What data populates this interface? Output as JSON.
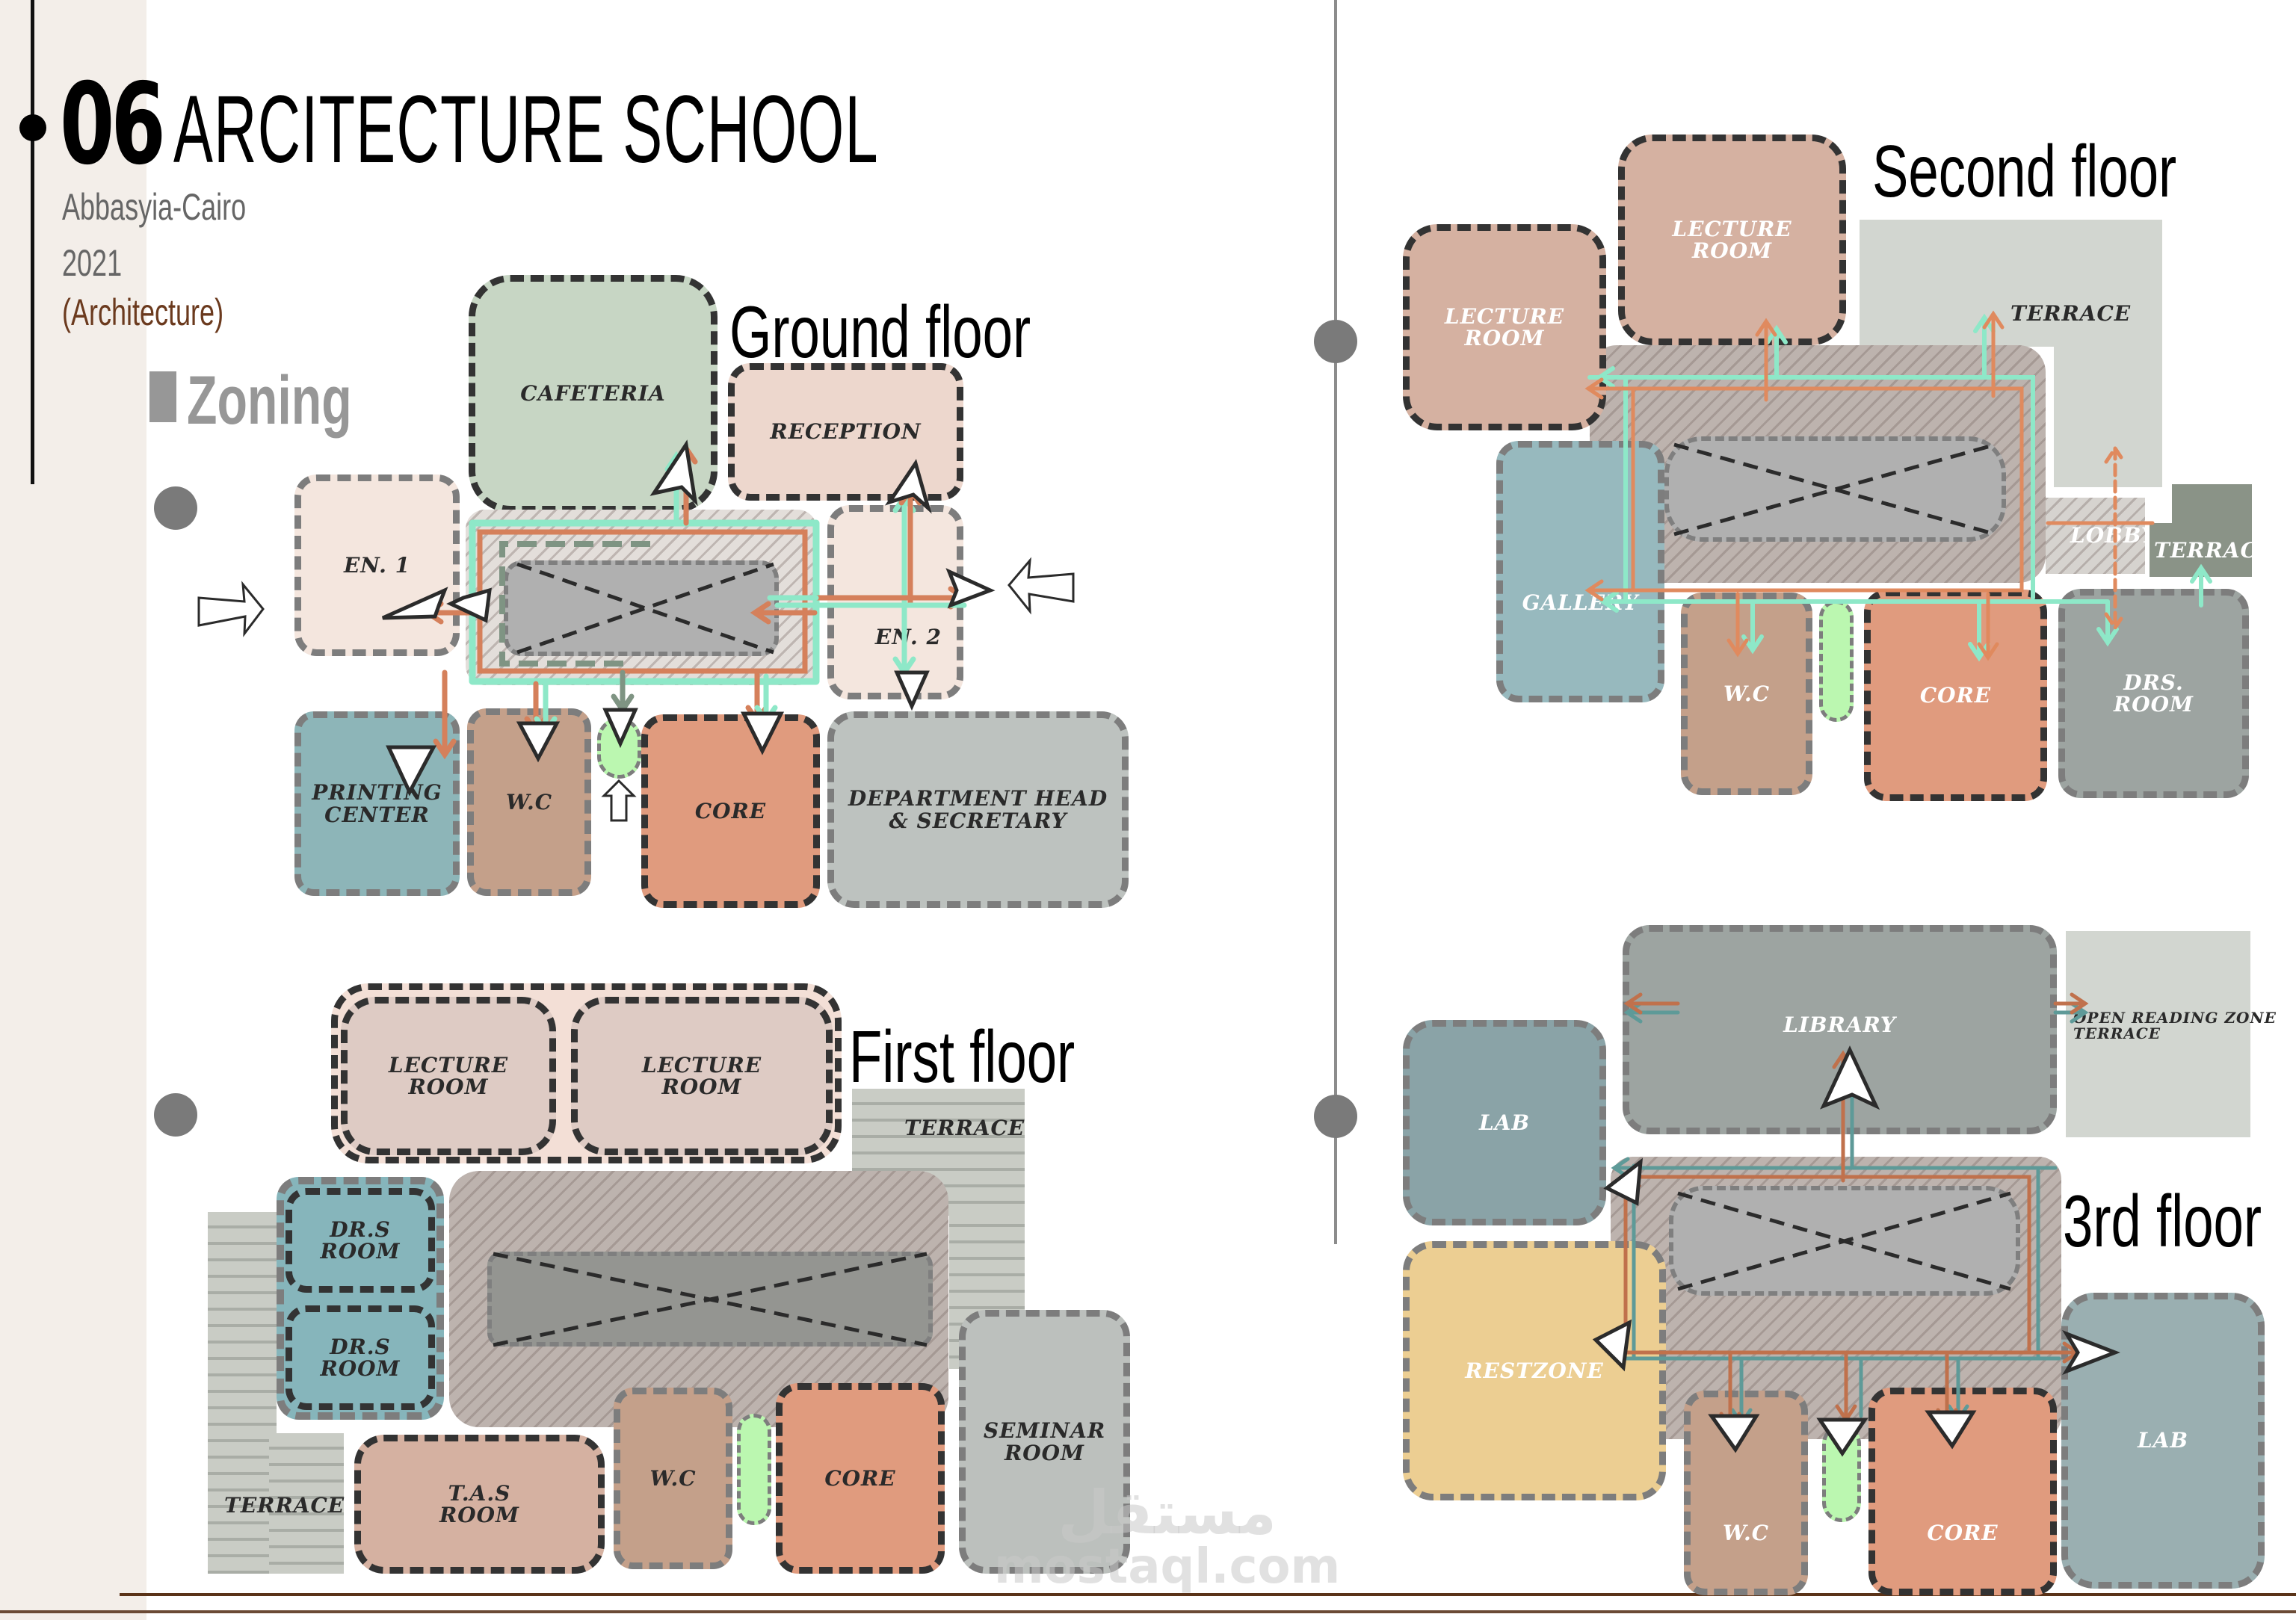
{
  "header": {
    "number": "06",
    "title": "ARCITECTURE SCHOOL",
    "location": "Abbasyia-Cairo",
    "year": "2021",
    "category": "(Architecture)",
    "section": "Zoning"
  },
  "colors": {
    "accent_brown": "#6b3a1e",
    "circulation_primary": "#8ee8c8",
    "circulation_secondary": "#e08a5e",
    "circulation_tertiary": "#5e9a98",
    "core": "#e09b7e",
    "wc": "#c4a08a",
    "lecture": "#d5b1a1",
    "lab_office": "#86b5bb",
    "terrace": "#d2d6d0",
    "green_element": "#bbf7b0",
    "restzone": "#ecce92",
    "cafeteria": "#c7d6c4"
  },
  "floors": {
    "ground": {
      "title": "Ground floor",
      "rooms": {
        "cafeteria": "Cafeteria",
        "reception": "Reception",
        "entrance_1": "EN. 1",
        "entrance_2": "EN. 2",
        "printing": "Printing\nCenter",
        "wc": "W.C",
        "core": "Core",
        "department": "Department Head\n& Secretary"
      }
    },
    "first": {
      "title": "First floor",
      "rooms": {
        "lecture_1": "Lecture\nRoom",
        "lecture_2": "Lecture\nRoom",
        "terrace_right": "Terrace",
        "drs_room_1": "Dr.s\nRoom",
        "drs_room_2": "Dr.s\nRoom",
        "terrace_left": "Terrace",
        "tas_room": "T.A.s\nRoom",
        "wc": "W.C",
        "core": "Core",
        "seminar": "Seminar\nRoom"
      }
    },
    "second": {
      "title": "Second floor",
      "rooms": {
        "lecture_1": "Lecture\nRoom",
        "lecture_2": "Lecture\nRoom",
        "terrace_main": "Terrace",
        "gallery": "Gallery",
        "lobby": "Lobby",
        "terrace_small": "Terrace",
        "wc": "W.C",
        "core": "Core",
        "drs_room": "Drs.\nRoom"
      }
    },
    "third": {
      "title": "3rd floor",
      "rooms": {
        "library": "Library",
        "open_reading": "Open reading zone\nTerrace",
        "lab_left": "Lab",
        "restzone": "Restzone",
        "lab_right": "Lab",
        "wc": "W.C",
        "core": "Core"
      }
    }
  },
  "watermark": {
    "arabic": "مستقل",
    "latin": "mostaql.com"
  }
}
